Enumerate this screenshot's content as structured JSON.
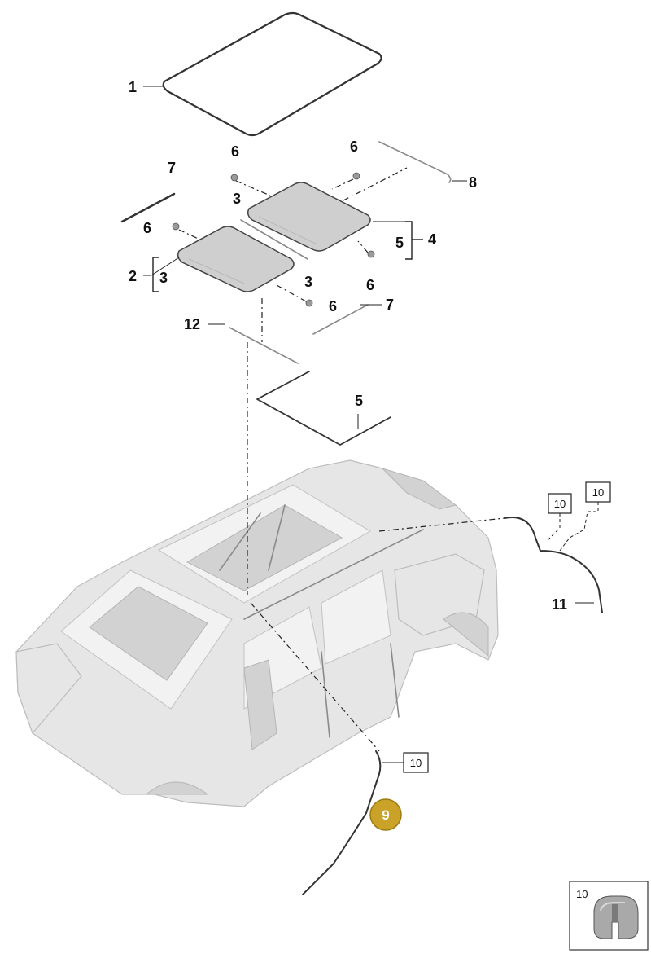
{
  "callouts": {
    "c1": "1",
    "c2": "2",
    "c2_sub": "3",
    "c3_top": "3",
    "c3_bottom": "3",
    "c4": "4",
    "c4_sub": "5",
    "c5": "5",
    "c6_a": "6",
    "c6_b": "6",
    "c6_c": "6",
    "c6_d": "6",
    "c6_e": "6",
    "c7_left": "7",
    "c7_right": "7",
    "c8": "8",
    "c9": "9",
    "c11": "11",
    "c12": "12"
  },
  "ref_boxes": {
    "r1": "10",
    "r2": "10",
    "r3": "10",
    "legend": "10"
  },
  "colors": {
    "highlight": "#c9a227",
    "car_body": "#e6e6e6",
    "glass_panel": "#cfcfcf"
  },
  "icons": {
    "legend_icon": "hose-clip-icon"
  }
}
